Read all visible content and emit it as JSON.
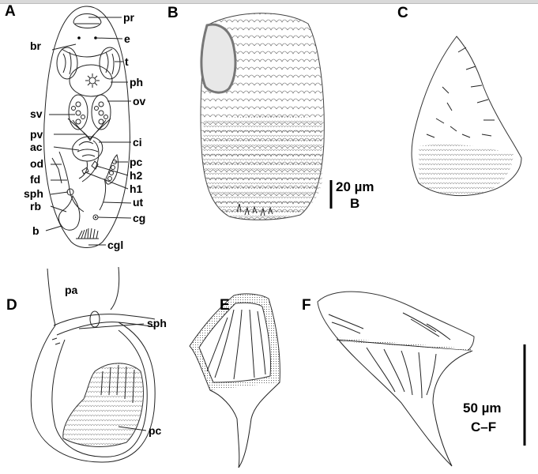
{
  "panels": {
    "a": "A",
    "b": "B",
    "c": "C",
    "d": "D",
    "e": "E",
    "f": "F"
  },
  "labels_a": {
    "pr": "pr",
    "e": "e",
    "br": "br",
    "t": "t",
    "ph": "ph",
    "ov": "ov",
    "sv": "sv",
    "pv": "pv",
    "ci": "ci",
    "ac": "ac",
    "od": "od",
    "pc": "pc",
    "fd": "fd",
    "h2": "h2",
    "h1": "h1",
    "sph": "sph",
    "ut": "ut",
    "rb": "rb",
    "cg": "cg",
    "b": "b",
    "cgl": "cgl"
  },
  "labels_d": {
    "pa": "pa",
    "sph": "sph",
    "pc": "pc"
  },
  "scale_b": {
    "value": "20 µm",
    "panel": "B"
  },
  "scale_cf": {
    "value": "50 µm",
    "panel": "C–F"
  }
}
